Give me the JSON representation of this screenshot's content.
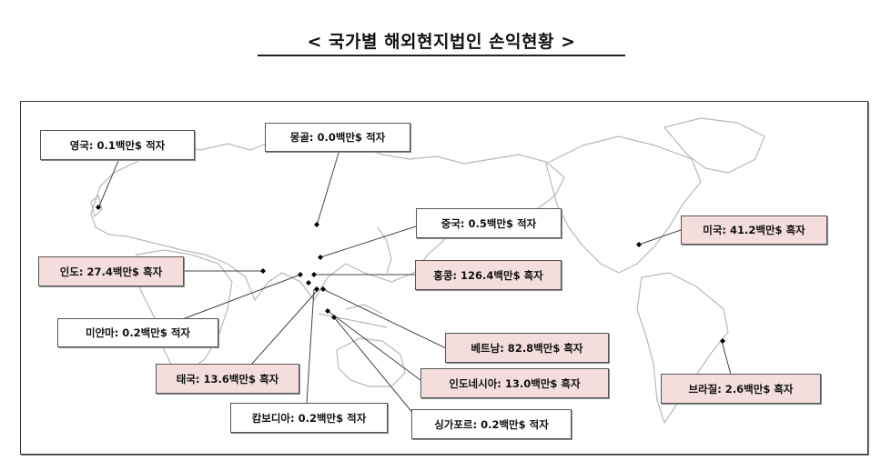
{
  "title": "< 국가별 해외현지법인 손익현황 >",
  "colors": {
    "surplus_fill": "#f3dedd",
    "deficit_fill": "#ffffff",
    "border": "#555555",
    "map_lines": "#b8b8b8"
  },
  "labels": {
    "uk": {
      "text": "영국: 0.1백만$ 적자",
      "country": "영국",
      "value": 0.1,
      "unit": "백만$",
      "status": "적자"
    },
    "mongolia": {
      "text": "몽골: 0.0백만$ 적자",
      "country": "몽골",
      "value": 0.0,
      "unit": "백만$",
      "status": "적자"
    },
    "china": {
      "text": "중국: 0.5백만$ 적자",
      "country": "중국",
      "value": 0.5,
      "unit": "백만$",
      "status": "적자"
    },
    "usa": {
      "text": "미국: 41.2백만$ 흑자",
      "country": "미국",
      "value": 41.2,
      "unit": "백만$",
      "status": "흑자"
    },
    "india": {
      "text": "인도: 27.4백만$ 흑자",
      "country": "인도",
      "value": 27.4,
      "unit": "백만$",
      "status": "흑자"
    },
    "hongkong": {
      "text": "홍콩: 126.4백만$ 흑자",
      "country": "홍콩",
      "value": 126.4,
      "unit": "백만$",
      "status": "흑자"
    },
    "myanmar": {
      "text": "미얀마: 0.2백만$ 적자",
      "country": "미얀마",
      "value": 0.2,
      "unit": "백만$",
      "status": "적자"
    },
    "vietnam": {
      "text": "베트남: 82.8백만$ 흑자",
      "country": "베트남",
      "value": 82.8,
      "unit": "백만$",
      "status": "흑자"
    },
    "thailand": {
      "text": "태국: 13.6백만$ 흑자",
      "country": "태국",
      "value": 13.6,
      "unit": "백만$",
      "status": "흑자"
    },
    "indonesia": {
      "text": "인도네시아: 13.0백만$ 흑자",
      "country": "인도네시아",
      "value": 13.0,
      "unit": "백만$",
      "status": "흑자"
    },
    "brazil": {
      "text": "브라질: 2.6백만$ 흑자",
      "country": "브라질",
      "value": 2.6,
      "unit": "백만$",
      "status": "흑자"
    },
    "cambodia": {
      "text": "캄보디아: 0.2백만$ 적자",
      "country": "캄보디아",
      "value": 0.2,
      "unit": "백만$",
      "status": "적자"
    },
    "singapore": {
      "text": "싱가포르: 0.2백만$ 적자",
      "country": "싱가포르",
      "value": 0.2,
      "unit": "백만$",
      "status": "적자"
    }
  }
}
